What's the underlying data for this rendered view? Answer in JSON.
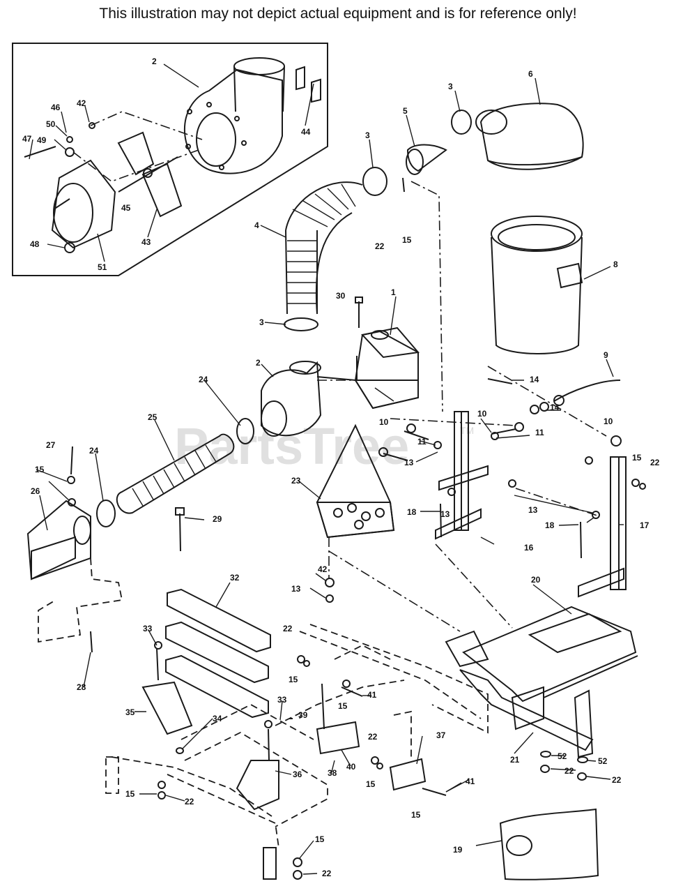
{
  "disclaimer": "This illustration may not depict actual equipment and is for reference only!",
  "watermark": {
    "text": "PartsTree",
    "mark": "TM"
  },
  "callouts": {
    "c1": "1",
    "c2a": "2",
    "c2b": "2",
    "c3a": "3",
    "c3b": "3",
    "c3c": "3",
    "c4": "4",
    "c5": "5",
    "c6": "6",
    "c8": "8",
    "c9": "9",
    "c10a": "10",
    "c10b": "10",
    "c10c": "10",
    "c11a": "11",
    "c11b": "11",
    "c13a": "13",
    "c13b": "13",
    "c13c": "13",
    "c13d": "13",
    "c14a": "14",
    "c14b": "14",
    "c15a": "15",
    "c15b": "15",
    "c15c": "15",
    "c15d": "15",
    "c15e": "15",
    "c15f": "15",
    "c15g": "15",
    "c15h": "15",
    "c16": "16",
    "c17": "17",
    "c18a": "18",
    "c18b": "18",
    "c19": "19",
    "c20": "20",
    "c21": "21",
    "c22a": "22",
    "c22b": "22",
    "c22c": "22",
    "c22d": "22",
    "c22e": "22",
    "c22f": "22",
    "c22g": "22",
    "c22h": "22",
    "c23": "23",
    "c24a": "24",
    "c24b": "24",
    "c25": "25",
    "c26": "26",
    "c27": "27",
    "c28": "28",
    "c29": "29",
    "c30": "30",
    "c32": "32",
    "c33a": "33",
    "c33b": "33",
    "c34": "34",
    "c35": "35",
    "c36": "36",
    "c37": "37",
    "c38": "38",
    "c39": "39",
    "c40": "40",
    "c41a": "41",
    "c41b": "41",
    "c42a": "42",
    "c42b": "42",
    "c43": "43",
    "c44": "44",
    "c45": "45",
    "c46": "46",
    "c47": "47",
    "c48": "48",
    "c49": "49",
    "c50": "50",
    "c51": "51",
    "c52a": "52",
    "c52b": "52"
  }
}
